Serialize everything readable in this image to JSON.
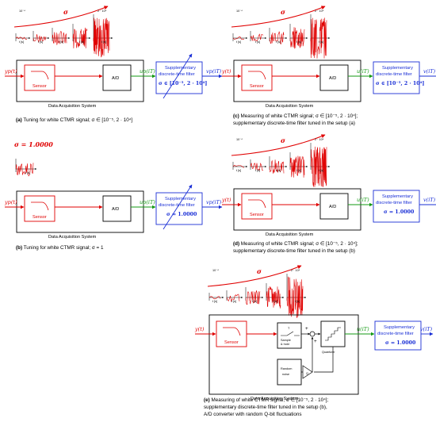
{
  "labels": {
    "sigma": "σ",
    "sigma_eq_1": "σ = 1.0000",
    "exp_low": "10⁻⁴",
    "exp_high": "2 · 10⁴",
    "time_axis": "t [s]",
    "sensor": "Sensor",
    "ad": "A/D",
    "daq": "Data Acquisition System",
    "filter_line1": "Supplementary",
    "filter_line2": "discrete-time filter",
    "filter_range": "σ ∈ [10⁻⁵, 2 · 10⁴]",
    "filter_fixed": "σ = 1.0000",
    "sample_hold_t": "T",
    "sample_hold": "Sample",
    "sample_hold2": "& hold",
    "quantizer": "Quantizer",
    "random_noise1": "Random",
    "random_noise2": "noise",
    "q": "Q",
    "plus": "+"
  },
  "signals": {
    "yp": "yp(t)",
    "up": "up(iT)",
    "vp": "vp(iT)",
    "y": "y(t)",
    "u": "u(iT)",
    "v": "v(iT)"
  },
  "captions": {
    "a_letter": "(a)",
    "a_text": "Tuning for white CTMR signal; σ ∈ [10⁻⁵, 2 · 10⁴]",
    "b_letter": "(b)",
    "b_text": "Tuning for white CTMR signal; σ = 1",
    "c_letter": "(c)",
    "c_text1": "Measuring of white CTMR signal; σ ∈ [10⁻⁵, 2 · 10⁴];",
    "c_text2": "supplementary discrete-time filter tuned in the setup (a)",
    "d_letter": "(d)",
    "d_text1": "Measuring of white CTMR signal; σ ∈ [10⁻⁵, 2 · 10⁴];",
    "d_text2": "supplementary discrete-time filter tuned in the setup (b)",
    "e_letter": "(e)",
    "e_text1": "Measuring of white CTMR signal; σ ∈ [10⁻⁵, 2 · 10⁴];",
    "e_text2": "supplementary discrete-time filter tuned in the setup (b),",
    "e_text3": "A/D converter with random Q-bit fluctuations"
  },
  "colors": {
    "signal_red": "#e00000",
    "signal_green": "#139a13",
    "signal_blue": "#1a2fd6"
  }
}
